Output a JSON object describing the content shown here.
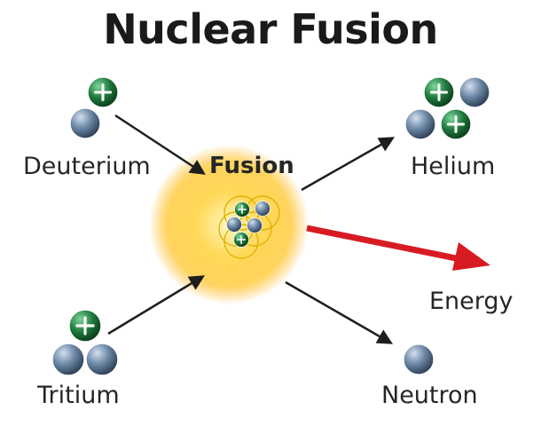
{
  "title": "Nuclear Fusion",
  "labels": {
    "deuterium": "Deuterium",
    "tritium": "Tritium",
    "fusion": "Fusion",
    "helium": "Helium",
    "energy": "Energy",
    "neutron": "Neutron"
  },
  "icons": {
    "proton": "proton-plus-icon",
    "neutron": "neutron-sphere-icon"
  },
  "colors": {
    "proton": "#1f7a3d",
    "neutron": "#6f8aa8",
    "glow_core": "#fff6c2",
    "glow_mid": "#ffc62a",
    "glow_edge": "#ffb21e",
    "energy_arrow": "#d81b22",
    "arrow": "#1e1e1e",
    "text": "#262626"
  }
}
